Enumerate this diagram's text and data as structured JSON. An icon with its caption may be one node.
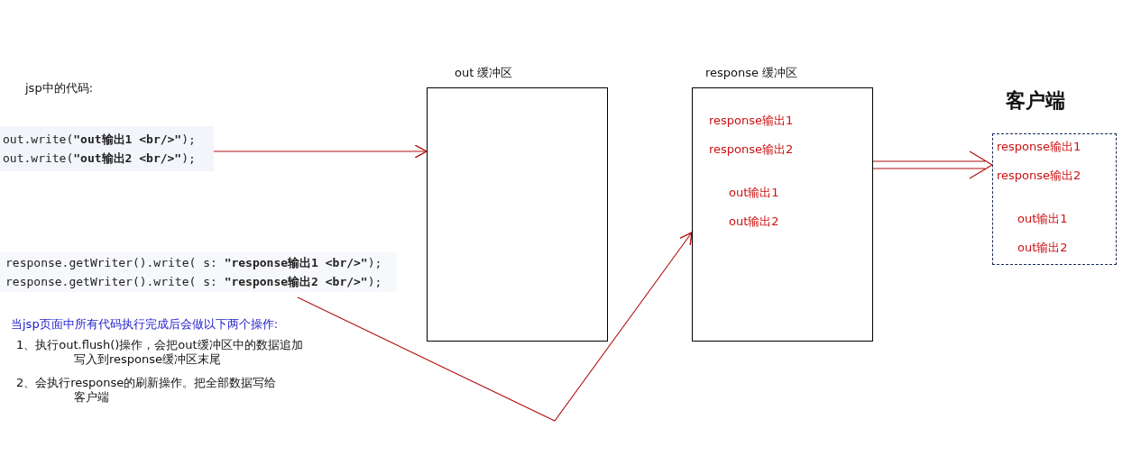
{
  "diagram": {
    "nodes": [
      {
        "text": [
          "out.write(**\"out输出1 <br/>\"**);",
          "out.write(**\"out输出2 <br/>\"**);"
        ]
      },
      {
        "text": [
          "out 缓冲区"
        ]
      },
      {
        "text": [
          "response 缓冲区",
          "response输出1",
          "response输出2",
          "out输出1",
          "out输出2"
        ]
      },
      {
        "text": [
          "response.getWriter().write( s: **\"response输出1 <br/>\"**);",
          "response.getWriter().write( s: **\"response输出2 <br/>\"**);"
        ]
      },
      {
        "text": [
          "客户端",
          "response输出1",
          "response输出2",
          "out输出1",
          "out输出2"
        ]
      }
    ],
    "edges": [
      {
        "from": 0,
        "to": 1,
        "arrow": "to"
      },
      {
        "from": 3,
        "to": 2,
        "arrow": "to"
      },
      {
        "from": 2,
        "to": 4,
        "arrow": "to"
      }
    ],
    "labels": [
      "jsp中的代码:",
      "当jsp页面中所有代码执行完成后会做以下两个操作:",
      "1、执行out.flush()操作，会把out缓冲区中的数据追加写入到response缓冲区末尾",
      "2、会执行response的刷新操作。把全部数据写给客户端"
    ]
  }
}
